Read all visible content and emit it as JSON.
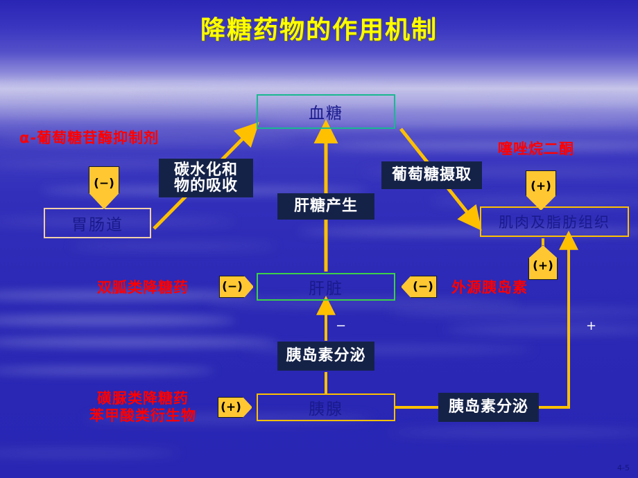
{
  "slide": {
    "title": "降糖药物的作用机制",
    "page_number": "4-5",
    "title_color": "#ffff00",
    "background_color": "#2a28b5",
    "accent_line_color": "#ffc000",
    "drug_label_color": "#ff0000",
    "caption_box_color": "#152248",
    "organ_text_color": "#1a1a8c"
  },
  "organs": {
    "blood_glucose": {
      "label": "血糖",
      "border_color": "#19b890"
    },
    "gi_tract": {
      "label": "胃肠道",
      "border_color": "#f0cfa8"
    },
    "liver": {
      "label": "肝脏",
      "border_color": "#3bd04a"
    },
    "muscle_fat": {
      "label": "肌肉及脂肪组织",
      "border_color": "#ffc000"
    },
    "pancreas": {
      "label": "胰腺",
      "border_color": "#ffc000"
    }
  },
  "captions": {
    "carb_absorption_line1": "碳水化和",
    "carb_absorption_line2": "物的吸收",
    "hepatic_glucose": "肝糖产生",
    "glucose_uptake": "葡萄糖摄取",
    "insulin_secretion_mid": "胰岛素分泌",
    "insulin_secretion_bottom": "胰岛素分泌"
  },
  "drugs": {
    "alpha_glucosidase": "α-葡萄糖苷酶抑制剂",
    "thiazolidinedione": "噻唑烷二酮",
    "biguanide": "双胍类降糖药",
    "exogenous_insulin": "外源胰岛素",
    "sulfonylurea_line1": "磺脲类降糖药",
    "sulfonylurea_line2": "苯甲酸类衍生物"
  },
  "signs": {
    "gi_inhibit": "(−)",
    "tzd_activate": "(+)",
    "muscle_activate": "(+)",
    "biguanide_inhibit": "(−)",
    "insulin_inhibit": "(−)",
    "sulfonylurea_activate": "(+)",
    "liver_minus": "−",
    "feedback_plus": "+"
  }
}
